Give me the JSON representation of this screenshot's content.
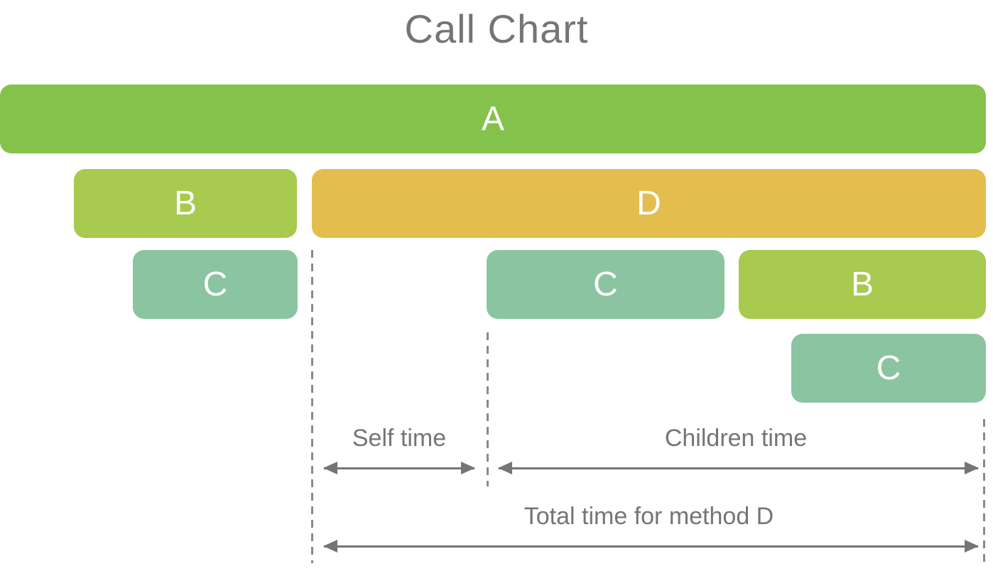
{
  "title": "Call Chart",
  "colors": {
    "bar_a_green": "#85C24B",
    "bar_b_yellow_green": "#A7CA4F",
    "bar_c_sage_green": "#8BC4A0",
    "bar_d_gold": "#E3BD4D",
    "label_text_gray": "#757575",
    "dashed_line_gray": "#8A8A8A",
    "arrow_gray": "#757575",
    "bar_label_white": "#FFFFFF"
  },
  "bars": [
    {
      "label": "A",
      "row": 1,
      "method": "A"
    },
    {
      "label": "B",
      "row": 2,
      "method": "B"
    },
    {
      "label": "D",
      "row": 2,
      "method": "D"
    },
    {
      "label": "C",
      "row": 3,
      "method": "C"
    },
    {
      "label": "C",
      "row": 3,
      "method": "C"
    },
    {
      "label": "B",
      "row": 3,
      "method": "B"
    },
    {
      "label": "C",
      "row": 4,
      "method": "C"
    }
  ],
  "annotations": {
    "self_time": "Self time",
    "children_time": "Children time",
    "total_time": "Total time for method D"
  }
}
